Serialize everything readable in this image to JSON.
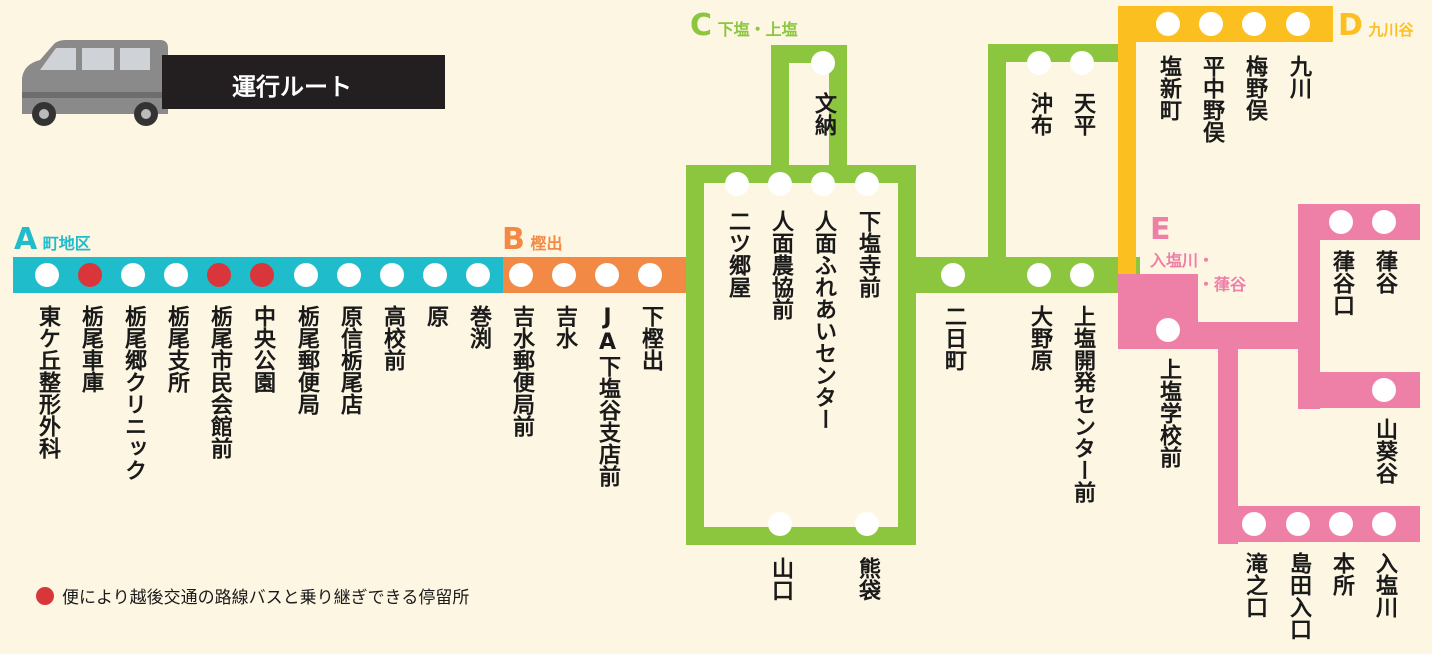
{
  "title": "運行ルート",
  "legend": "便により越後交通の路線バスと乗り継ぎできる停留所",
  "colors": {
    "A": "#1fbccb",
    "B": "#f28a45",
    "C": "#8cc63f",
    "D": "#fbbf1f",
    "E": "#ee7fa7",
    "transfer": "#d8363a"
  },
  "zones": {
    "A": {
      "letter": "A",
      "name": "町地区"
    },
    "B": {
      "letter": "B",
      "name": "樫出"
    },
    "C": {
      "letter": "C",
      "name": "下塩・上塩"
    },
    "D": {
      "letter": "D",
      "name": "九川谷"
    },
    "E": {
      "letter": "E",
      "name1": "入塩川・",
      "name2": "山葵谷・葎谷"
    }
  },
  "stops": {
    "a1": "東ケ丘整形外科",
    "a2": "栃尾車庫",
    "a3": "栃尾郷クリニック",
    "a4": "栃尾支所",
    "a5": "栃尾市民会館前",
    "a6": "中央公園",
    "a7": "栃尾郵便局",
    "a8": "原信栃尾店",
    "a9": "高校前",
    "a10": "原",
    "a11": "巻渕",
    "b1": "吉水郵便局前",
    "b2": "吉水",
    "b3": "JA下塩谷支店前",
    "b4": "下樫出",
    "c1": "二ツ郷屋",
    "c2": "人面農協前",
    "c3": "人面ふれあいセンター",
    "c4": "下塩寺前",
    "c5": "文納",
    "c6": "山口",
    "c7": "熊袋",
    "c8": "二日町",
    "c9": "大野原",
    "c10": "上塩開発センター前",
    "c11": "沖布",
    "c12": "天平",
    "d1": "塩新町",
    "d2": "平中野俣",
    "d3": "梅野俣",
    "d4": "九川",
    "e1": "上塩学校前",
    "e2": "葎谷口",
    "e3": "葎谷",
    "e4": "山葵谷",
    "e5": "滝之口",
    "e6": "島田入口",
    "e7": "本所",
    "e8": "入塩川"
  }
}
